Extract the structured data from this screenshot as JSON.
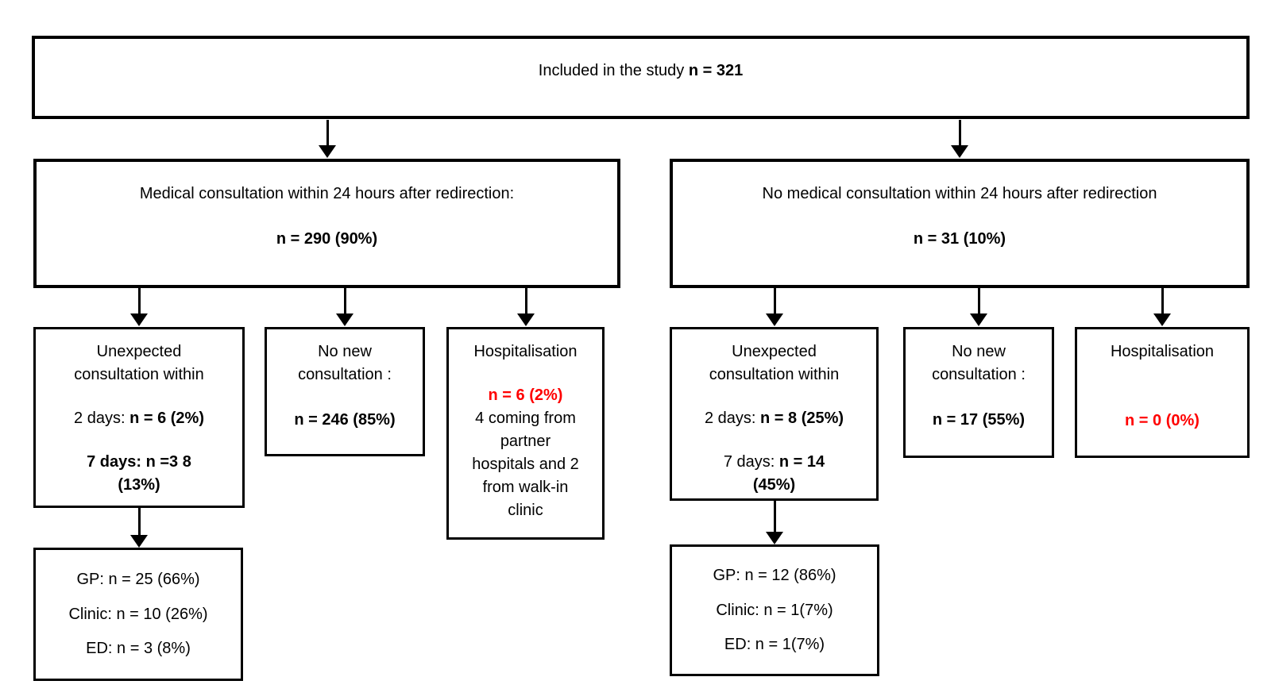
{
  "colors": {
    "border": "#000000",
    "text": "#000000",
    "highlight_red": "#ff0000",
    "background": "#ffffff"
  },
  "flow": {
    "included": {
      "label": "Included in the study ",
      "value": "n = 321"
    },
    "left_branch": {
      "header": {
        "label": "Medical consultation within 24 hours after redirection:",
        "value": "n = 290 (90%)"
      },
      "unexpected": {
        "title": "Unexpected consultation within",
        "two_days_label": "2 days: ",
        "two_days_value": "n = 6 (2%)",
        "seven_days_bold": "7 days: n =3 8 (13%)"
      },
      "no_new": {
        "title": "No new consultation :",
        "value": "n = 246 (85%)"
      },
      "hospitalisation": {
        "title": "Hospitalisation",
        "value": "n = 6 (2%)",
        "note": "4 coming from partner hospitals and 2 from walk-in clinic"
      },
      "breakdown": {
        "gp": "GP: n = 25 (66%)",
        "clinic": "Clinic: n = 10 (26%)",
        "ed": "ED: n = 3 (8%)"
      }
    },
    "right_branch": {
      "header": {
        "label": "No medical consultation within 24 hours after redirection",
        "value": "n = 31 (10%)"
      },
      "unexpected": {
        "title": "Unexpected consultation within",
        "two_days_label": "2 days: ",
        "two_days_value": "n = 8 (25%)",
        "seven_days_label": "7 days: ",
        "seven_days_value": "n = 14 (45%)"
      },
      "no_new": {
        "title": "No new consultation :",
        "value": "n = 17 (55%)"
      },
      "hospitalisation": {
        "title": "Hospitalisation",
        "value": "n = 0 (0%)"
      },
      "breakdown": {
        "gp": "GP: n = 12 (86%)",
        "clinic": "Clinic: n = 1(7%)",
        "ed": "ED: n = 1(7%)"
      }
    }
  }
}
